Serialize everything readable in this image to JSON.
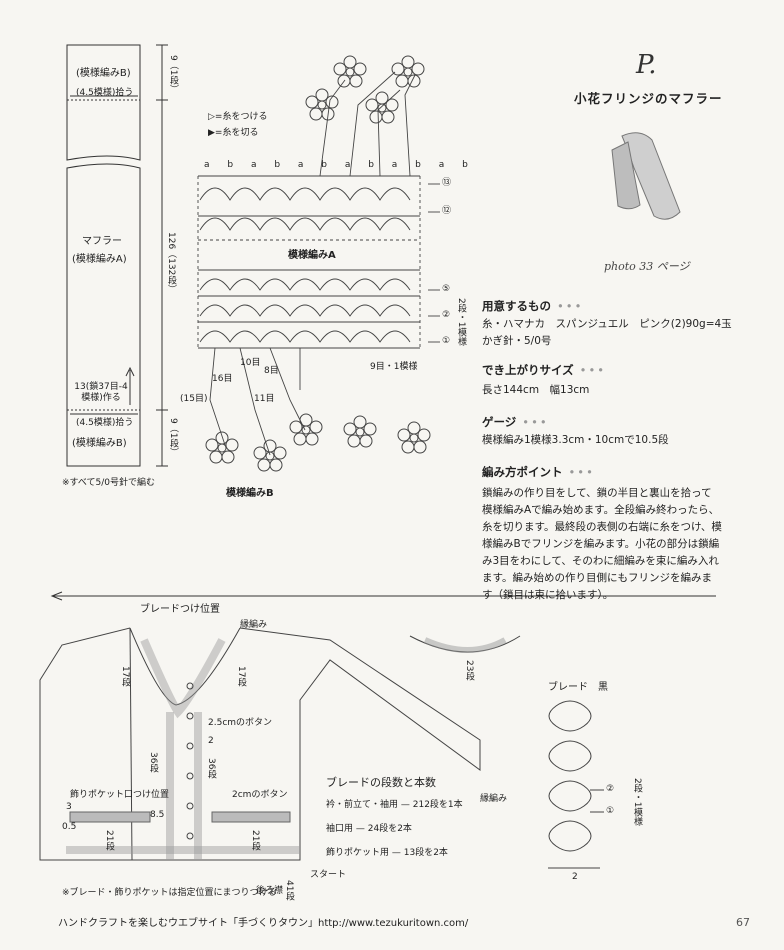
{
  "pattern": {
    "letter": "P.",
    "title": "小花フリンジのマフラー",
    "photo_ref": "photo 33 ページ"
  },
  "materials": {
    "heading": "用意するもの",
    "lines": [
      "糸・ハマナカ　スパンジュエル　ピンク(2)90g=4玉",
      "かぎ針・5/0号"
    ]
  },
  "size": {
    "heading": "でき上がりサイズ",
    "text": "長さ144cm　幅13cm"
  },
  "gauge": {
    "heading": "ゲージ",
    "text": "模様編み1模様3.3cm・10cmで10.5段"
  },
  "points": {
    "heading": "編み方ポイント",
    "text": "鎖編みの作り目をして、鎖の半目と裏山を拾って模様編みAで編み始めます。全段編み終わったら、糸を切ります。最終段の表側の右端に糸をつけ、模様編みBでフリンジを編みます。小花の部分は鎖編み3目をわにして、そのわに細編みを束に編み入れます。編み始めの作り目側にもフリンジを編みます（鎖目は束に拾います）。"
  },
  "muffler": {
    "top_pattern": "(模様編みB)",
    "top_pick": "(4.5模様)拾う",
    "top_rows": "9（1段）",
    "main_name": "マフラー",
    "main_pattern": "(模様編みA)",
    "length": "126（132段）",
    "cast_on": "13(鎖37目-4模様)作る",
    "bottom_pick": "(4.5模様)拾う",
    "bottom_pattern": "(模様編みB)",
    "bottom_rows": "9（1段）",
    "note": "※すべて5/0号針で編む"
  },
  "legend": {
    "attach": "=糸をつける",
    "cut": "=糸を切る"
  },
  "chart": {
    "label_a": "模様編みA",
    "label_b": "模様編みB",
    "ab_letters": [
      "a",
      "b",
      "a",
      "b",
      "a",
      "b",
      "a",
      "b",
      "a",
      "b",
      "a",
      "b"
    ],
    "rows": [
      "⑬",
      "⑫",
      "⑤",
      "②",
      "①"
    ],
    "repeat": "2段・1模様",
    "repeat_bottom": "9目・1模様",
    "fringe_counts": [
      "(15目)",
      "16目",
      "10目",
      "8目",
      "11目"
    ]
  },
  "cardigan": {
    "braid_position": "ブレードつけ位置",
    "edging": "縁編み",
    "neck_left": "17段",
    "neck_right": "17段",
    "button_big": "2.5cmのボタン",
    "button_small": "2cmのボタン",
    "front_rows": "36段",
    "front_rows_r": "36段",
    "pocket_position": "飾りポケット口つけ位置",
    "pocket_rows": "21段",
    "pocket_rows_r": "21段",
    "dim_3": "3",
    "dim_05": "0.5",
    "dim_85": "8.5",
    "dim_2": "2",
    "start": "スタート",
    "back": "後ろ襟",
    "back_rows": "41段",
    "sleeve_edging": "縁編み",
    "collar_rows": "23段",
    "note": "※ブレード・飾りポケットは指定位置にまつりつける"
  },
  "braid_table": {
    "title": "ブレードの段数と本数",
    "rows": [
      {
        "name": "衿・前立て・袖用",
        "value": "212段を1本"
      },
      {
        "name": "袖口用",
        "value": "24段を2本"
      },
      {
        "name": "飾りポケット用",
        "value": "13段を2本"
      }
    ]
  },
  "braid": {
    "title": "ブレード",
    "color": "黒",
    "repeat": "2段・1模様",
    "row2": "②",
    "row1": "①",
    "width": "2"
  },
  "footer": {
    "text": "ハンドクラフトを楽しむウエブサイト「手づくりタウン」http://www.tezukuritown.com/",
    "page": "67"
  }
}
